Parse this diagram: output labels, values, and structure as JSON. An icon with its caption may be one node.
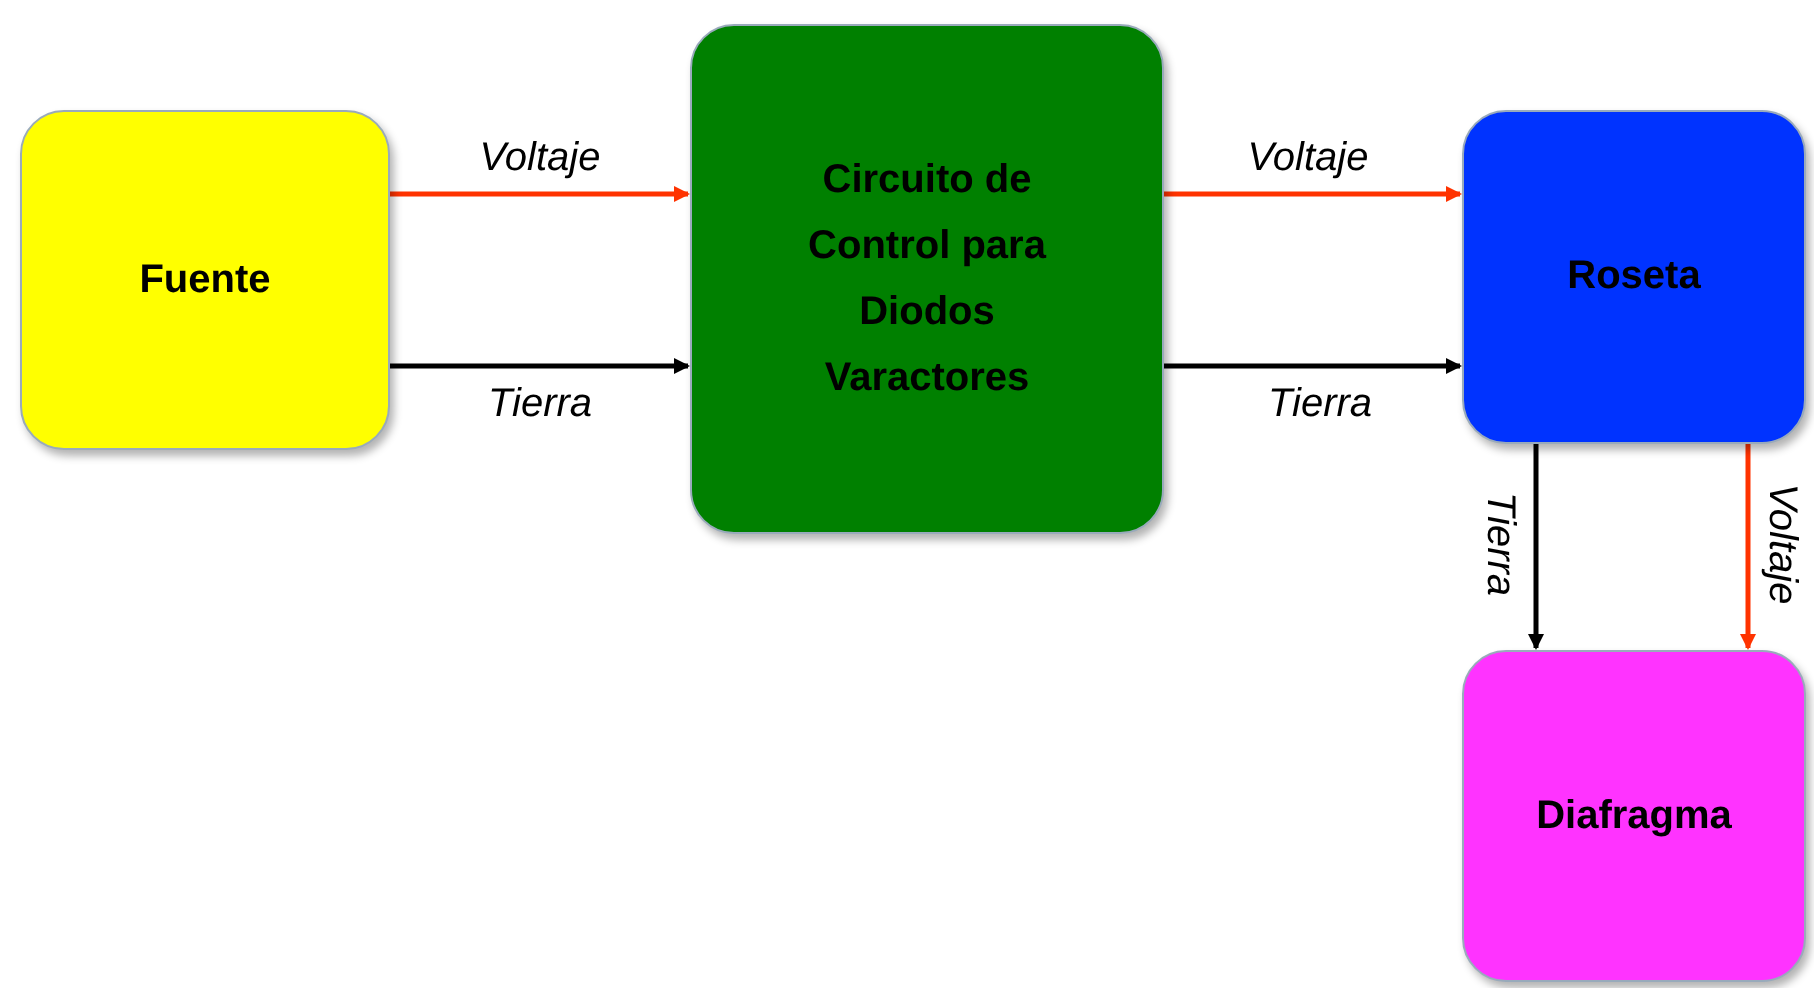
{
  "diagram": {
    "nodes": [
      {
        "text": [
          "Fuente"
        ]
      },
      {
        "text": [
          "Circuito de Control para Diodos Varactores"
        ]
      },
      {
        "text": [
          "Roseta"
        ]
      },
      {
        "text": [
          "Diafragma"
        ]
      }
    ],
    "edges": [
      {
        "from": 0,
        "to": 1,
        "arrow": "to",
        "label": "Voltaje",
        "color": "#ff3300"
      },
      {
        "from": 0,
        "to": 1,
        "arrow": "to",
        "label": "Tierra",
        "color": "#000000"
      },
      {
        "from": 1,
        "to": 2,
        "arrow": "to",
        "label": "Voltaje",
        "color": "#ff3300"
      },
      {
        "from": 1,
        "to": 2,
        "arrow": "to",
        "label": "Tierra",
        "color": "#000000"
      },
      {
        "from": 2,
        "to": 3,
        "arrow": "to",
        "label": "Tierra",
        "color": "#000000"
      },
      {
        "from": 2,
        "to": 3,
        "arrow": "to",
        "label": "Voltaje",
        "color": "#ff3300"
      }
    ]
  }
}
